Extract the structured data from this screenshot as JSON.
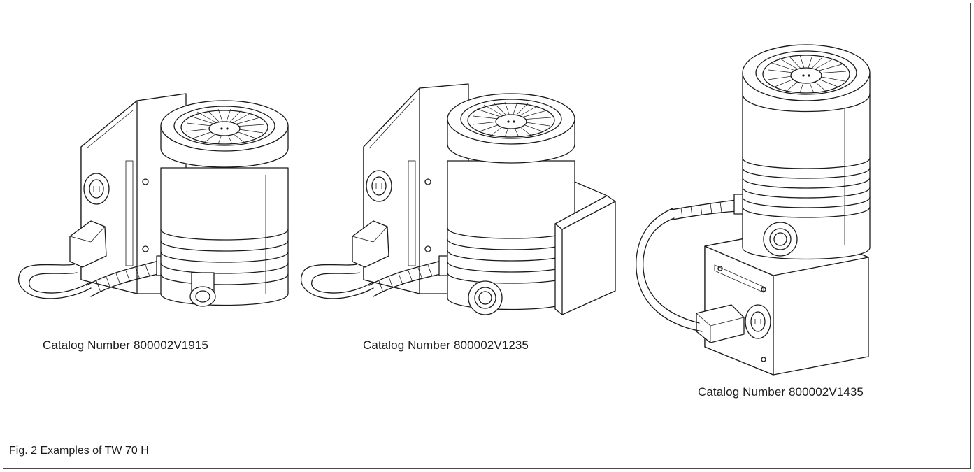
{
  "figure": {
    "title": "Fig. 2 Examples of TW 70 H",
    "items": [
      {
        "caption": "Catalog Number 800002V1915",
        "icon": "turbopump-side-electronics-icon"
      },
      {
        "caption": "Catalog Number 800002V1235",
        "icon": "turbopump-side-electronics-shield-icon"
      },
      {
        "caption": "Catalog Number 800002V1435",
        "icon": "turbopump-base-electronics-icon"
      }
    ]
  },
  "style": {
    "line_color": "#1a1a1a",
    "background": "#ffffff",
    "border": "#4a4a4a"
  }
}
